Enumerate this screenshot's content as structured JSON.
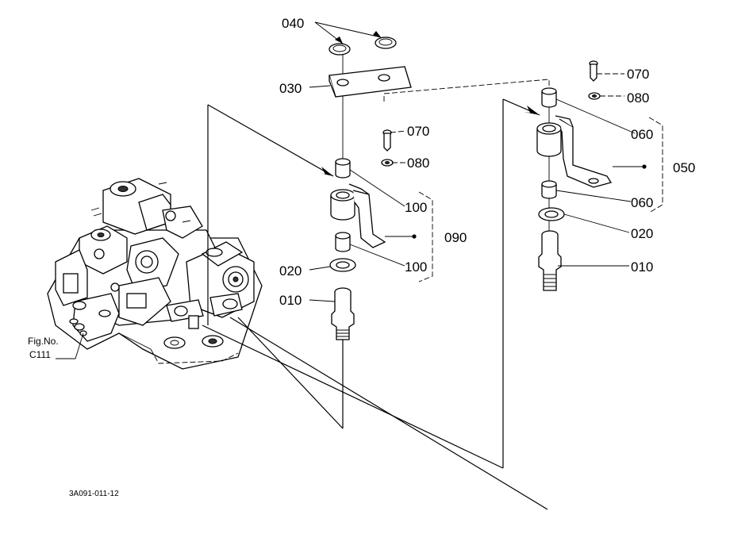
{
  "diagram": {
    "figure_reference": {
      "line1": "Fig.No.",
      "line2": "C111"
    },
    "drawing_code": "3A091-011-12",
    "callouts": {
      "p040": "040",
      "p030": "030",
      "p070_left": "070",
      "p080_left": "080",
      "p100_upper": "100",
      "p100_lower": "100",
      "p090": "090",
      "p020_left": "020",
      "p010_left": "010",
      "p070_right": "070",
      "p080_right": "080",
      "p060_upper": "060",
      "p050": "050",
      "p060_lower": "060",
      "p020_right": "020",
      "p010_right": "010"
    }
  }
}
